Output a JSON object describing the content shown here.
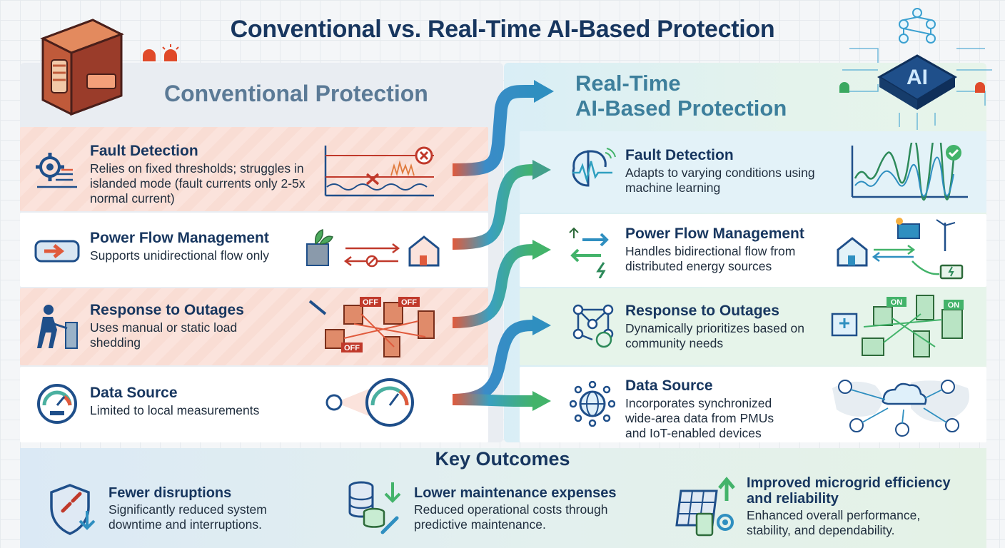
{
  "title": "Conventional vs. Real-Time AI-Based Protection",
  "conventional": {
    "heading": "Conventional Protection",
    "rows": [
      {
        "title": "Fault Detection",
        "desc": "Relies on fixed thresholds; struggles in islanded mode (fault currents only 2-5x normal current)"
      },
      {
        "title": "Power Flow Management",
        "desc": "Supports unidirectional flow only"
      },
      {
        "title": "Response to Outages",
        "desc": "Uses manual or static load shedding"
      },
      {
        "title": "Data Source",
        "desc": "Limited to local measurements"
      }
    ],
    "off_labels": [
      "OFF",
      "OFF",
      "OFF"
    ]
  },
  "ai_based": {
    "heading_line1": "Real-Time",
    "heading_line2": "AI-Based Protection",
    "chip_label": "AI",
    "rows": [
      {
        "title": "Fault Detection",
        "desc": "Adapts to varying conditions using machine learning"
      },
      {
        "title": "Power Flow Management",
        "desc": "Handles bidirectional flow from distributed energy sources"
      },
      {
        "title": "Response to Outages",
        "desc": "Dynamically prioritizes based on community needs"
      },
      {
        "title": "Data Source",
        "desc": "Incorporates synchronized wide-area data from PMUs and IoT-enabled devices"
      }
    ],
    "on_labels": [
      "ON",
      "ON"
    ]
  },
  "outcomes": {
    "heading": "Key Outcomes",
    "items": [
      {
        "title": "Fewer disruptions",
        "desc": "Significantly reduced system downtime and interruptions."
      },
      {
        "title": "Lower maintenance expenses",
        "desc": "Reduced operational costs through predictive maintenance."
      },
      {
        "title": "Improved microgrid efficiency and reliability",
        "desc": "Enhanced overall performance, stability, and dependability."
      }
    ]
  },
  "colors": {
    "navy": "#17365f",
    "conventional_red": "#e05a3c",
    "ai_blue": "#2f8fc0",
    "ai_green": "#43b36a"
  },
  "icons": [
    "breaker-icon",
    "alarm-icon",
    "ai-chip-icon",
    "gear-icon",
    "pipe-arrow-icon",
    "worker-icon",
    "gauge-icon",
    "brain-icon",
    "bidirectional-arrows-icon",
    "network-icon",
    "globe-network-icon",
    "shield-icon",
    "database-icon",
    "solar-efficiency-icon"
  ]
}
